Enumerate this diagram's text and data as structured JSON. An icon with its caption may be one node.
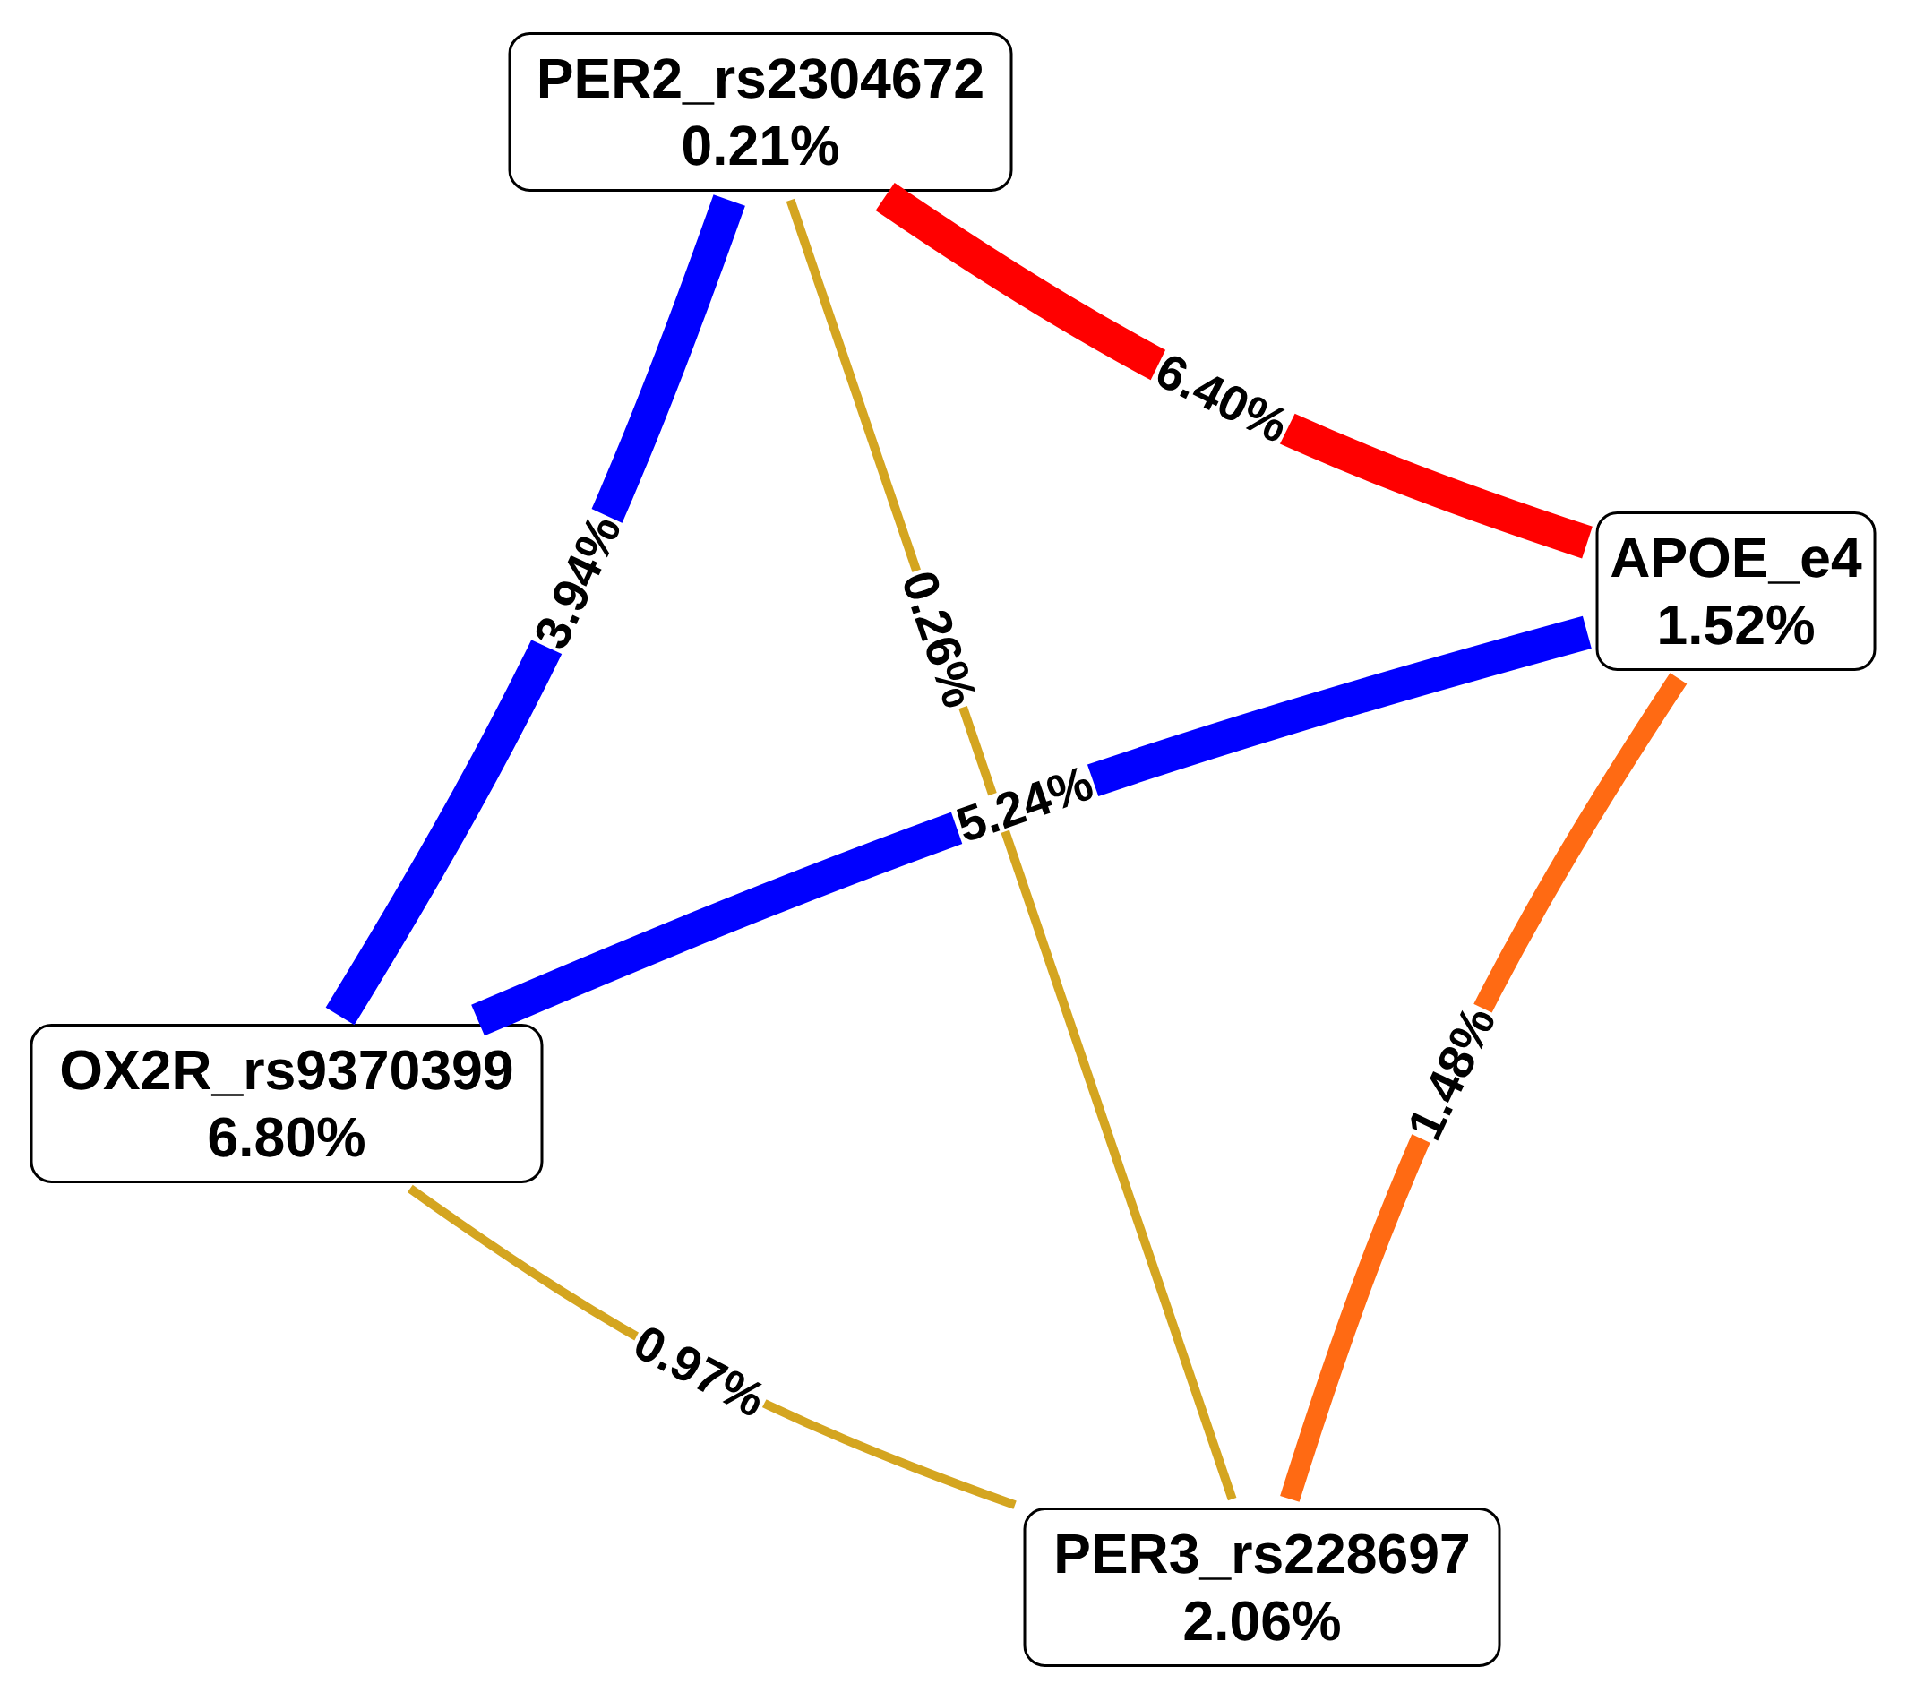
{
  "diagram": {
    "nodes": [
      {
        "text": [
          "PER2_rs2304672",
          "0.21%"
        ]
      },
      {
        "text": [
          "APOE_e4",
          "1.52%"
        ]
      },
      {
        "text": [
          "OX2R_rs9370399",
          "6.80%"
        ]
      },
      {
        "text": [
          "PER3_rs228697",
          "2.06%"
        ]
      }
    ],
    "edges": [
      {
        "from": 0,
        "to": 1,
        "arrow": "none",
        "label": "6.40%",
        "color": "#ff0000"
      },
      {
        "from": 0,
        "to": 2,
        "arrow": "none",
        "label": "3.94%",
        "color": "#0000ff"
      },
      {
        "from": 0,
        "to": 3,
        "arrow": "none",
        "label": "0.26%",
        "color": "#d4a520"
      },
      {
        "from": 1,
        "to": 2,
        "arrow": "none",
        "label": "5.24%",
        "color": "#0000ff"
      },
      {
        "from": 1,
        "to": 3,
        "arrow": "none",
        "label": "1.48%",
        "color": "#ff6a13"
      },
      {
        "from": 2,
        "to": 3,
        "arrow": "none",
        "label": "0.97%",
        "color": "#d4a520"
      }
    ]
  }
}
